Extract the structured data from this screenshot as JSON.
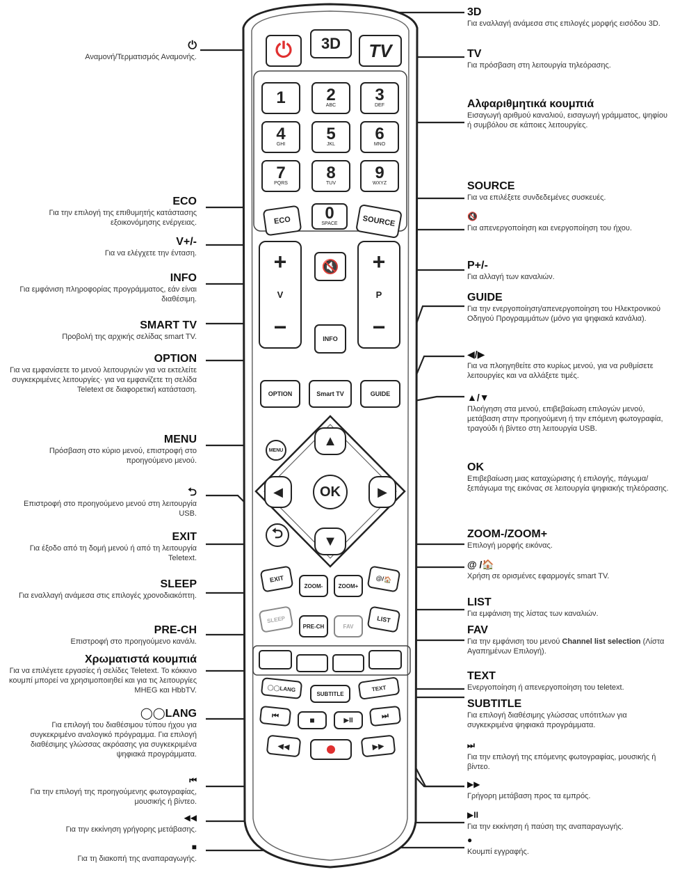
{
  "labels_left": [
    {
      "id": "power",
      "title": "⏻",
      "desc": "Αναμονή/Τερματισμός Αναμονής."
    },
    {
      "id": "eco",
      "title": "ECO",
      "desc": "Για την επιλογή της επιθυμητής κατάστασης εξοικονόμησης ενέργειας."
    },
    {
      "id": "vol",
      "title": "V+/-",
      "desc": "Για να ελέγχετε την ένταση."
    },
    {
      "id": "info",
      "title": "INFO",
      "desc": "Για εμφάνιση πληροφορίας προγράμματος, εάν είναι διαθέσιμη."
    },
    {
      "id": "smarttv",
      "title": "SMART TV",
      "desc": "Προβολή της αρχικής σελίδας smart TV."
    },
    {
      "id": "option",
      "title": "OPTION",
      "desc": "Για να εμφανίσετε το μενού λειτουργιών για να εκτελείτε συγκεκριμένες λειτουργίες· για να εμφανίζετε τη σελίδα Teletext σε διαφορετική κατάσταση."
    },
    {
      "id": "menu",
      "title": "MENU",
      "desc": "Πρόσβαση στο κύριο μενού, επιστροφή στο προηγούμενο μενού."
    },
    {
      "id": "back",
      "title": "⮌",
      "desc": "Επιστροφή στο προηγούμενο μενού στη λειτουργία USB."
    },
    {
      "id": "exit",
      "title": "EXIT",
      "desc": "Για έξοδο από τη δομή μενού ή από τη λειτουργία Teletext."
    },
    {
      "id": "sleep",
      "title": "SLEEP",
      "desc": "Για εναλλαγή ανάμεσα στις επιλογές χρονοδιακόπτη."
    },
    {
      "id": "prech",
      "title": "PRE-CH",
      "desc": "Επιστροφή στο προηγούμενο κανάλι."
    },
    {
      "id": "color",
      "title": "Χρωματιστά κουμπιά",
      "desc": "Για να επιλέγετε εργασίες ή σελίδες Teletext. Το κόκκινο κουμπί μπορεί να χρησιμοποιηθεί και για τις λειτουργίες MHEG και HbbTV."
    },
    {
      "id": "lang",
      "title": "◯◯LANG",
      "desc": "Για επιλογή του διαθέσιμου τύπου ήχου για συγκεκριμένο αναλογικό πρόγραμμα. Για επιλογή διαθέσιμης γλώσσας ακρόασης για συγκεκριμένα ψηφιακά προγράμματα."
    },
    {
      "id": "prev",
      "title": "⏮",
      "desc": "Για την επιλογή της προηγούμενης φωτογραφίας, μουσικής ή βίντεο."
    },
    {
      "id": "rew",
      "title": "◀◀",
      "desc": "Για την εκκίνηση γρήγορης μετάβασης."
    },
    {
      "id": "stop",
      "title": "■",
      "desc": "Για τη διακοπή της αναπαραγωγής."
    }
  ],
  "labels_right": [
    {
      "id": "3d",
      "title": "3D",
      "desc": "Για εναλλαγή ανάμεσα στις επιλογές μορφής εισόδου 3D."
    },
    {
      "id": "tv",
      "title": "TV",
      "desc": "Για πρόσβαση στη λειτουργία τηλεόρασης."
    },
    {
      "id": "alnum",
      "title": "Αλφαριθμητικά κουμπιά",
      "desc": "Εισαγωγή αριθμού καναλιού, εισαγωγή γράμματος, ψηφίου ή συμβόλου σε κάποιες λειτουργίες."
    },
    {
      "id": "source",
      "title": "SOURCE",
      "desc": "Για να επιλέξετε συνδεδεμένες συσκευές."
    },
    {
      "id": "mute",
      "title": "🔇",
      "desc": "Για απενεργοποίηση και ενεργοποίηση του ήχου."
    },
    {
      "id": "prog",
      "title": "P+/-",
      "desc": "Για αλλαγή των καναλιών."
    },
    {
      "id": "guide",
      "title": "GUIDE",
      "desc": "Για την ενεργοποίηση/απενεργοποίηση του Ηλεκτρονικού Οδηγού Προγραμμάτων (μόνο για ψηφιακά κανάλια)."
    },
    {
      "id": "lr",
      "title": "◀/▶",
      "desc": "Για να πλοηγηθείτε στο κυρίως μενού, για να ρυθμίσετε λειτουργίες και να αλλάξετε τιμές."
    },
    {
      "id": "ud",
      "title": "▲/▼",
      "desc": "Πλοήγηση στα μενού, επιβεβαίωση επιλογών μενού, μετάβαση στην προηγούμενη ή την επόμενη φωτογραφία, τραγούδι ή βίντεο στη λειτουργία USB."
    },
    {
      "id": "ok",
      "title": "OK",
      "desc": "Επιβεβαίωση μιας καταχώρισης ή επιλογής, πάγωμα/ξεπάγωμα της εικόνας σε λειτουργία ψηφιακής τηλεόρασης."
    },
    {
      "id": "zoom",
      "title": "ZOOM-/ZOOM+",
      "desc": "Επιλογή μορφής εικόνας."
    },
    {
      "id": "at",
      "title": "@ /🏠",
      "desc": "Χρήση σε ορισμένες εφαρμογές smart TV."
    },
    {
      "id": "list",
      "title": "LIST",
      "desc": "Για εμφάνιση της λίστας των καναλιών."
    },
    {
      "id": "fav",
      "title": "FAV",
      "desc_a": "Για την εμφάνιση του μενού ",
      "desc_b": "Channel list selection",
      "desc_c": " (Λίστα Αγαπημένων Επιλογή)."
    },
    {
      "id": "text",
      "title": "TEXT",
      "desc": "Ενεργοποίηση ή απενεργοποίηση του teletext."
    },
    {
      "id": "subtitle",
      "title": "SUBTITLE",
      "desc": "Για επιλογή διαθέσιμης γλώσσας υπότιτλων για συγκεκριμένα ψηφιακά προγράμματα."
    },
    {
      "id": "next",
      "title": "⏭",
      "desc": "Για την επιλογή της επόμενης φωτογραφίας, μουσικής ή βίντεο."
    },
    {
      "id": "ff",
      "title": "▶▶",
      "desc": "Γρήγορη μετάβαση προς τα εμπρός."
    },
    {
      "id": "play",
      "title": "▶II",
      "desc": "Για την εκκίνηση ή παύση της αναπαραγωγής."
    },
    {
      "id": "rec",
      "title": "●",
      "desc": "Κουμπί εγγραφής."
    }
  ],
  "remote": {
    "btn_3d": "3D",
    "btn_tv": "TV",
    "digits": [
      {
        "n": "1",
        "s": ""
      },
      {
        "n": "2",
        "s": "ABC"
      },
      {
        "n": "3",
        "s": "DEF"
      },
      {
        "n": "4",
        "s": "GHI"
      },
      {
        "n": "5",
        "s": "JKL"
      },
      {
        "n": "6",
        "s": "MNO"
      },
      {
        "n": "7",
        "s": "PQRS"
      },
      {
        "n": "8",
        "s": "TUV"
      },
      {
        "n": "9",
        "s": "WXYZ"
      }
    ],
    "zero": "0",
    "zero_sub": "SPACE",
    "eco": "ECO",
    "source": "SOURCE",
    "vol_plus": "+",
    "vol_minus": "−",
    "vol_label": "V",
    "prog_plus": "+",
    "prog_minus": "−",
    "prog_label": "P",
    "mute_icon": "🔇",
    "info": "INFO",
    "option": "OPTION",
    "smart_tv": "Smart TV",
    "guide": "GUIDE",
    "menu": "MENU",
    "ok": "OK",
    "up": "▲",
    "down": "▼",
    "left": "◀",
    "right": "▶",
    "back_icon": "⮌",
    "exit": "EXIT",
    "zoom_minus": "ZOOM-",
    "zoom_plus": "ZOOM+",
    "at_home": "@/🏠",
    "sleep": "SLEEP",
    "prech": "PRE-CH",
    "fav": "FAV",
    "list": "LIST",
    "lang": "◯◯LANG",
    "subtitle": "SUBTITLE",
    "text": "TEXT",
    "prev": "⏮",
    "stop": "■",
    "play": "▶II",
    "next": "⏭",
    "rew": "◀◀",
    "ff": "▶▶"
  },
  "colors": {
    "power": "#e03030",
    "record": "#e03030",
    "ink": "#222222"
  }
}
